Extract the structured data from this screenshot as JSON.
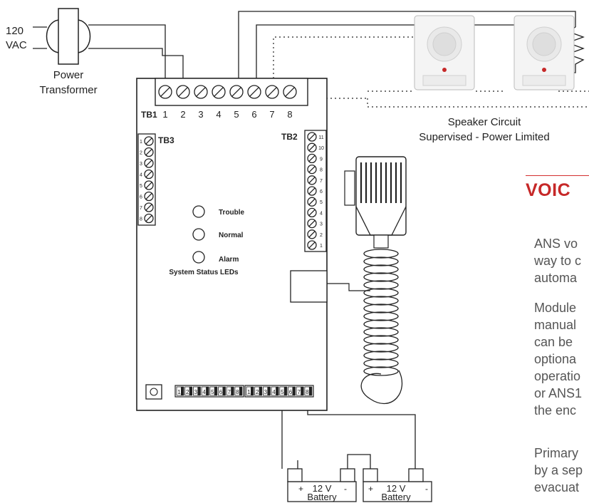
{
  "transformer": {
    "voltage_line1": "120",
    "voltage_line2": "VAC",
    "label_line1": "Power",
    "label_line2": "Transformer"
  },
  "tb1": {
    "label": "TB1",
    "terminals": [
      "1",
      "2",
      "3",
      "4",
      "5",
      "6",
      "7",
      "8"
    ]
  },
  "tb2": {
    "label": "TB2",
    "terminals": [
      "11",
      "10",
      "9",
      "8",
      "7",
      "6",
      "5",
      "4",
      "3",
      "2",
      "1"
    ]
  },
  "tb3": {
    "label": "TB3",
    "terminals": [
      "1",
      "2",
      "3",
      "4",
      "5",
      "6",
      "7",
      "8"
    ]
  },
  "leds": {
    "items": [
      "Trouble",
      "Normal",
      "Alarm"
    ],
    "caption": "System Status LEDs"
  },
  "dip_switches": {
    "bank1": [
      "1",
      "2",
      "3",
      "4",
      "5",
      "6",
      "7",
      "8"
    ],
    "bank2": [
      "1",
      "2",
      "3",
      "4",
      "5",
      "6",
      "7",
      "8"
    ]
  },
  "speaker_circuit": {
    "line1": "Speaker Circuit",
    "line2": "Supervised - Power Limited"
  },
  "batteries": [
    {
      "voltage": "12 V",
      "name": "Battery",
      "plus": "+",
      "minus": "-"
    },
    {
      "voltage": "12 V",
      "name": "Battery",
      "plus": "+",
      "minus": "-"
    }
  ],
  "side_panel": {
    "heading": "VOIC",
    "para1": [
      "ANS vo",
      "way to c",
      "automa"
    ],
    "para2": [
      "Module",
      "manual",
      "can be",
      "optiona",
      "operatio",
      "or ANS1",
      "the enc"
    ],
    "para3": [
      "Primary",
      "by a sep",
      "evacuat"
    ]
  },
  "colors": {
    "accent": "#c62828",
    "line": "#222222",
    "body_text": "#555555"
  }
}
